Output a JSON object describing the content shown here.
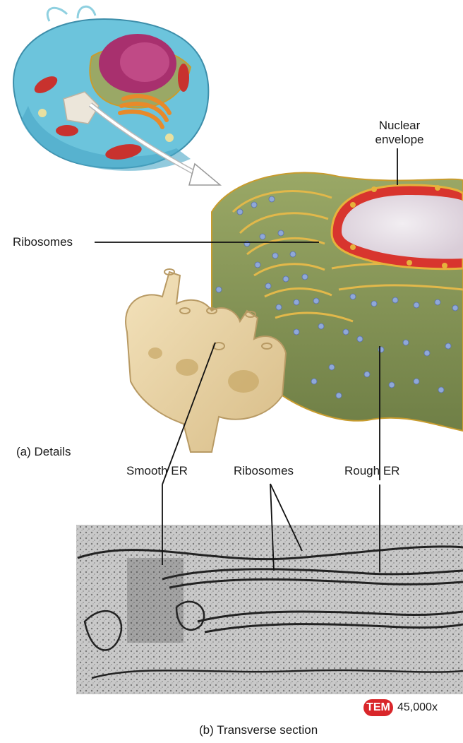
{
  "labels": {
    "nuclear_envelope": [
      "Nuclear",
      "envelope"
    ],
    "ribosomes_top": "Ribosomes",
    "part_a": "(a) Details",
    "smooth_er": "Smooth ER",
    "ribosomes_bottom": "Ribosomes",
    "rough_er": "Rough ER",
    "tem_badge": "TEM",
    "magnification": "45,000x",
    "part_b": "(b) Transverse section"
  },
  "colors": {
    "cytoplasm": "#6cc4dc",
    "nucleus": "#a8306e",
    "rough_er": "#8c9c56",
    "ribosome": "#8fa8d8",
    "smooth_er": "#ead6a8",
    "nuclear_envelope": "#d8352e",
    "tem_badge": "#d9262a"
  }
}
